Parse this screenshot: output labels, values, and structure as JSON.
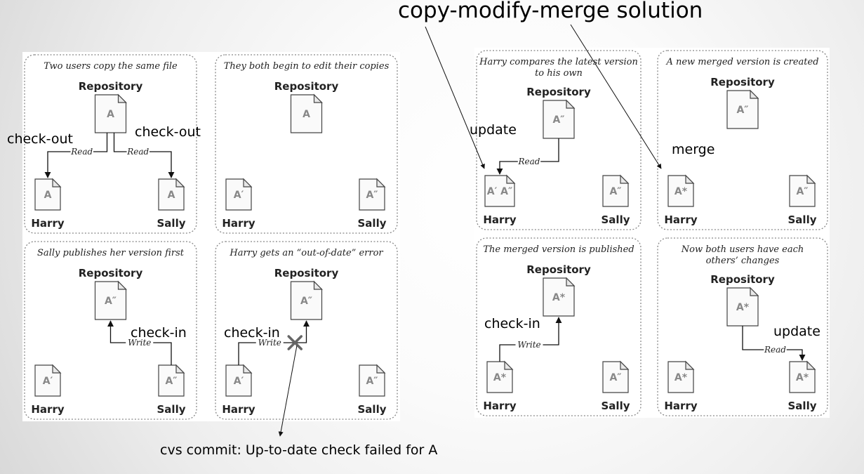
{
  "title": "copy-modify-merge solution",
  "footer_message": "cvs commit: Up-to-date check failed for A",
  "annotations": {
    "left_checkout": "check-out",
    "right_checkout": "check-out",
    "sally_checkin": "check-in",
    "harry_checkin": "check-in",
    "harry_update": "update",
    "merge": "merge",
    "published_checkin": "check-in",
    "sally_update": "update"
  },
  "common": {
    "repository": "Repository",
    "harry": "Harry",
    "sally": "Sally",
    "read": "Read",
    "write": "Write"
  },
  "panels": [
    {
      "caption_lines": [
        "Two users copy the same file"
      ],
      "docs": {
        "repo": "A",
        "harry": "A",
        "sally": "A"
      },
      "flows": [
        "read-both"
      ]
    },
    {
      "caption_lines": [
        "They both begin to edit their copies"
      ],
      "docs": {
        "repo": "A",
        "harry": "A′",
        "sally": "A″"
      },
      "flows": []
    },
    {
      "caption_lines": [
        "Sally publishes her version first"
      ],
      "docs": {
        "repo": "A″",
        "harry": "A′",
        "sally": "A″"
      },
      "flows": [
        "sally-write"
      ]
    },
    {
      "caption_lines": [
        "Harry gets an “out-of-date” error"
      ],
      "docs": {
        "repo": "A″",
        "harry": "A′",
        "sally": "A″"
      },
      "flows": [
        "harry-write-blocked"
      ]
    },
    {
      "caption_lines": [
        "Harry compares the latest version",
        "to his own"
      ],
      "docs": {
        "repo": "A″",
        "harry": "A′ A″",
        "sally": "A″"
      },
      "flows": [
        "harry-read"
      ]
    },
    {
      "caption_lines": [
        "A new merged version is created"
      ],
      "docs": {
        "repo": "A″",
        "harry": "A*",
        "sally": "A″"
      },
      "flows": []
    },
    {
      "caption_lines": [
        "The merged version is published"
      ],
      "docs": {
        "repo": "A*",
        "harry": "A*",
        "sally": "A″"
      },
      "flows": [
        "harry-write"
      ]
    },
    {
      "caption_lines": [
        "Now both users have each",
        "others’ changes"
      ],
      "docs": {
        "repo": "A*",
        "harry": "A*",
        "sally": "A*"
      },
      "flows": [
        "sally-read"
      ]
    }
  ]
}
